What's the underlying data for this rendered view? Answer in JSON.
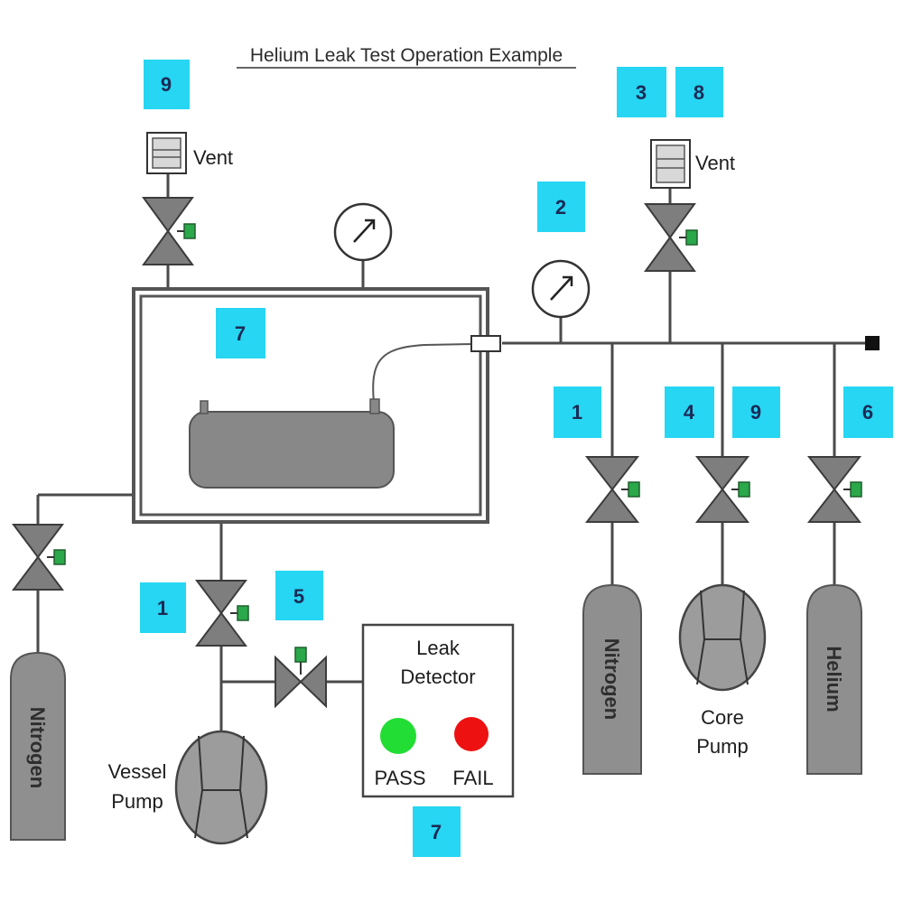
{
  "title": "Helium Leak Test Operation Example",
  "labels": {
    "vent_left": "Vent",
    "vent_right": "Vent",
    "leak_detector": [
      "Leak",
      "Detector"
    ],
    "pass": "PASS",
    "fail": "FAIL",
    "vessel_pump": [
      "Vessel",
      "Pump"
    ],
    "core_pump": [
      "Core",
      "Pump"
    ],
    "nitrogen_left": "Nitrogen",
    "nitrogen_right": "Nitrogen",
    "helium": "Helium"
  },
  "tags": {
    "vent_left": "9",
    "vent_right_a": "3",
    "vent_right_b": "8",
    "gauge_line": "2",
    "chamber": "7",
    "nitrogen_valve": "1",
    "core_pump_a": "4",
    "core_pump_b": "9",
    "helium_valve": "6",
    "vessel_valve": "1",
    "detector_valve": "5",
    "leak_detector": "7"
  },
  "colors": {
    "tag": "#26d6f3",
    "pass": "#22dd33",
    "fail": "#ee1111",
    "equipment": "#8f8f8f",
    "actuator": "#2aa84a"
  }
}
